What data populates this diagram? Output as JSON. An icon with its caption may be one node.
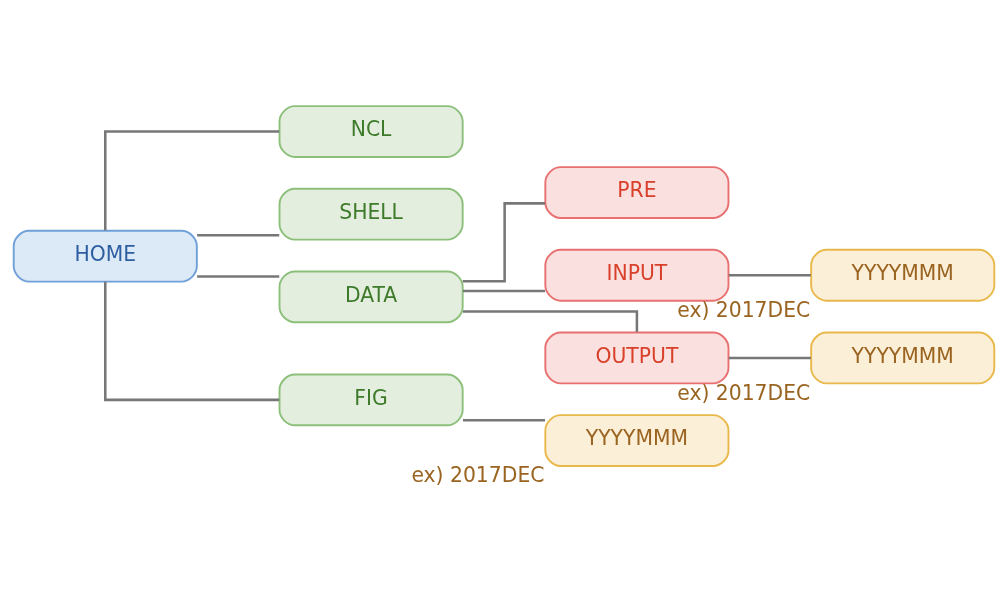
{
  "diagram": {
    "nodes": [
      {
        "text": [
          "HOME"
        ]
      },
      {
        "text": [
          "NCL"
        ]
      },
      {
        "text": [
          "SHELL"
        ]
      },
      {
        "text": [
          "DATA"
        ]
      },
      {
        "text": [
          "PRE"
        ]
      },
      {
        "text": [
          "INPUT"
        ]
      },
      {
        "text": [
          "YYYYMMM"
        ],
        "beside": [
          "ex) 2017DEC"
        ]
      },
      {
        "text": [
          "OUTPUT"
        ]
      },
      {
        "text": [
          "YYYYMMM"
        ],
        "beside": [
          "ex) 2017DEC"
        ]
      },
      {
        "text": [
          "FIG"
        ]
      },
      {
        "text": [
          "YYYYMMM"
        ],
        "beside": [
          "ex) 2017DEC"
        ]
      }
    ],
    "edges": [
      {
        "from": 0,
        "to": 1,
        "arrow": "none"
      },
      {
        "from": 0,
        "to": 2,
        "arrow": "none"
      },
      {
        "from": 0,
        "to": 3,
        "arrow": "none"
      },
      {
        "from": 0,
        "to": 9,
        "arrow": "none"
      },
      {
        "from": 3,
        "to": 4,
        "arrow": "none"
      },
      {
        "from": 3,
        "to": 5,
        "arrow": "none"
      },
      {
        "from": 3,
        "to": 7,
        "arrow": "none"
      },
      {
        "from": 5,
        "to": 6,
        "arrow": "none"
      },
      {
        "from": 7,
        "to": 8,
        "arrow": "none"
      },
      {
        "from": 9,
        "to": 10,
        "arrow": "none"
      }
    ]
  }
}
